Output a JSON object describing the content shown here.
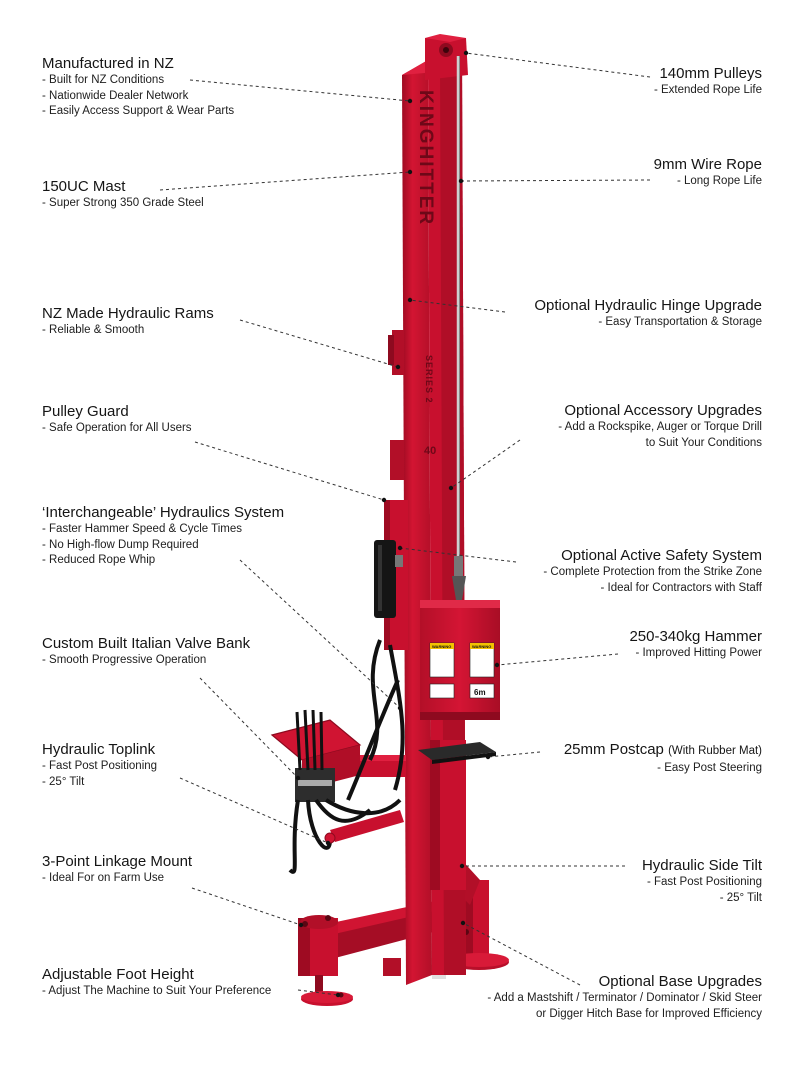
{
  "left_callouts": [
    {
      "title": "Manufactured in NZ",
      "lines": [
        "- Built for NZ Conditions",
        "- Nationwide Dealer Network",
        "- Easily Access Support & Wear Parts"
      ]
    },
    {
      "title": "150UC Mast",
      "lines": [
        "- Super Strong 350 Grade Steel"
      ]
    },
    {
      "title": "NZ Made Hydraulic Rams",
      "lines": [
        "- Reliable & Smooth"
      ]
    },
    {
      "title": "Pulley Guard",
      "lines": [
        "- Safe Operation for All Users"
      ]
    },
    {
      "title": "‘Interchangeable’ Hydraulics System",
      "lines": [
        "- Faster Hammer Speed & Cycle Times",
        "- No High-flow Dump Required",
        "- Reduced Rope Whip"
      ]
    },
    {
      "title": "Custom Built Italian Valve Bank",
      "lines": [
        "- Smooth Progressive Operation"
      ]
    },
    {
      "title": "Hydraulic Toplink",
      "lines": [
        "- Fast Post Positioning",
        "- 25° Tilt"
      ]
    },
    {
      "title": "3-Point Linkage Mount",
      "lines": [
        "- Ideal For on Farm Use"
      ]
    },
    {
      "title": "Adjustable Foot Height",
      "lines": [
        "- Adjust The Machine to Suit Your Preference"
      ]
    }
  ],
  "right_callouts": [
    {
      "title": "140mm Pulleys",
      "lines": [
        "- Extended Rope Life"
      ]
    },
    {
      "title": "9mm Wire Rope",
      "lines": [
        "- Long Rope Life"
      ]
    },
    {
      "title": "Optional Hydraulic Hinge Upgrade",
      "lines": [
        "- Easy Transportation & Storage"
      ]
    },
    {
      "title": "Optional Accessory Upgrades",
      "lines": [
        "- Add a Rockspike, Auger or Torque Drill",
        "to Suit Your Conditions"
      ]
    },
    {
      "title": "Optional Active Safety System",
      "lines": [
        "- Complete Protection from the Strike Zone",
        "- Ideal for Contractors with Staff"
      ]
    },
    {
      "title": "250-340kg Hammer",
      "lines": [
        "- Improved Hitting Power"
      ]
    },
    {
      "title": "25mm Postcap",
      "title_note": "(With Rubber Mat)",
      "lines": [
        "- Easy Post Steering"
      ]
    },
    {
      "title": "Hydraulic Side Tilt",
      "lines": [
        "- Fast Post Positioning",
        "- 25° Tilt"
      ]
    },
    {
      "title": "Optional Base Upgrades",
      "lines": [
        "- Add a Mastshift / Terminator / Dominator / Skid Steer",
        "or Digger Hitch Base for Improved Efficiency"
      ]
    }
  ],
  "machine": {
    "mast_text": "KINGHITTER",
    "series_text": "SERIES 2",
    "model_badge": "40",
    "warning_label": "WARNING",
    "distance_label": "6m",
    "colors": {
      "body": "#c8102e",
      "dark": "#8e0a1f",
      "shade": "#a50d25",
      "black": "#151515"
    }
  }
}
